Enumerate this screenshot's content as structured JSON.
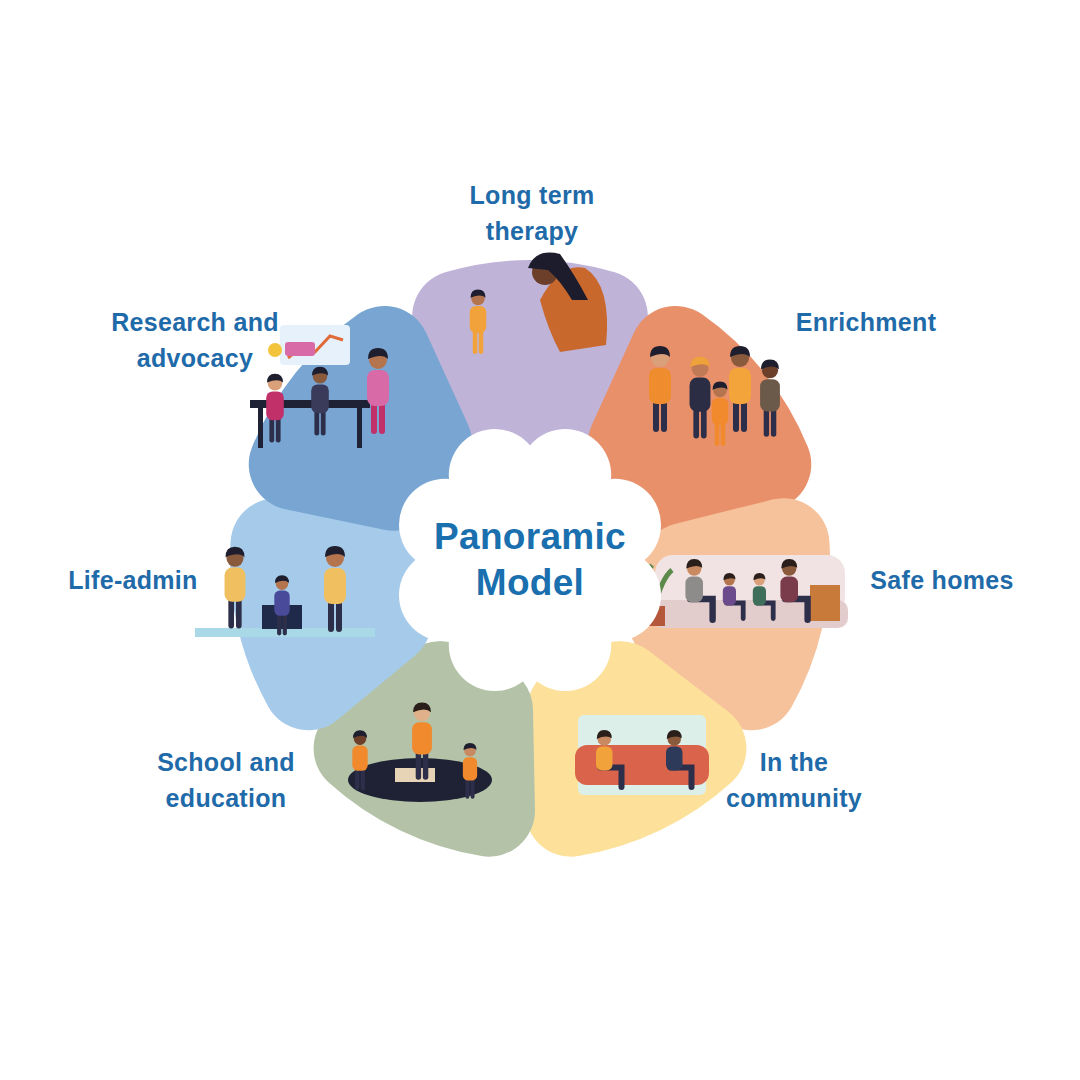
{
  "diagram": {
    "nodes": [
      {
        "text": [
          "Panoramic Model"
        ]
      },
      {
        "text": [
          "Long term therapy"
        ]
      },
      {
        "text": [
          "Enrichment"
        ]
      },
      {
        "text": [
          "Safe homes"
        ]
      },
      {
        "text": [
          "In the community"
        ]
      },
      {
        "text": [
          "School and education"
        ]
      },
      {
        "text": [
          "Life-admin"
        ]
      },
      {
        "text": [
          "Research and advocacy"
        ]
      }
    ]
  }
}
